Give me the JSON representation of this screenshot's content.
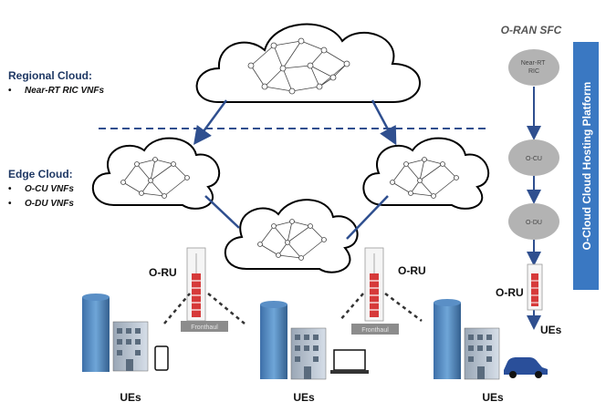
{
  "regional": {
    "title": "Regional Cloud:",
    "items": [
      "Near-RT RIC VNFs"
    ]
  },
  "edge": {
    "title": "Edge Cloud:",
    "items": [
      "O-CU VNFs",
      "O-DU VNFs"
    ]
  },
  "sfc": {
    "title": "O-RAN SFC",
    "nodes": [
      "Near-RT RIC",
      "O-CU",
      "O-DU"
    ],
    "oru_label": "O-RU",
    "ues_label": "UEs"
  },
  "platform_label": "O-Cloud Cloud Hosting Platform",
  "oru_labels": [
    "O-RU",
    "O-RU"
  ],
  "fronthaul_labels": [
    "Fronthaul",
    "Fronthaul"
  ],
  "ue_labels": [
    "UEs",
    "UEs",
    "UEs"
  ],
  "colors": {
    "arrow": "#2f4f8f",
    "dashed_line": "#2f4f8f",
    "platform": "#3a78c2",
    "node_fill": "#b3b3b3",
    "antenna_red": "#d63a3a",
    "car": "#2a4f9a"
  }
}
